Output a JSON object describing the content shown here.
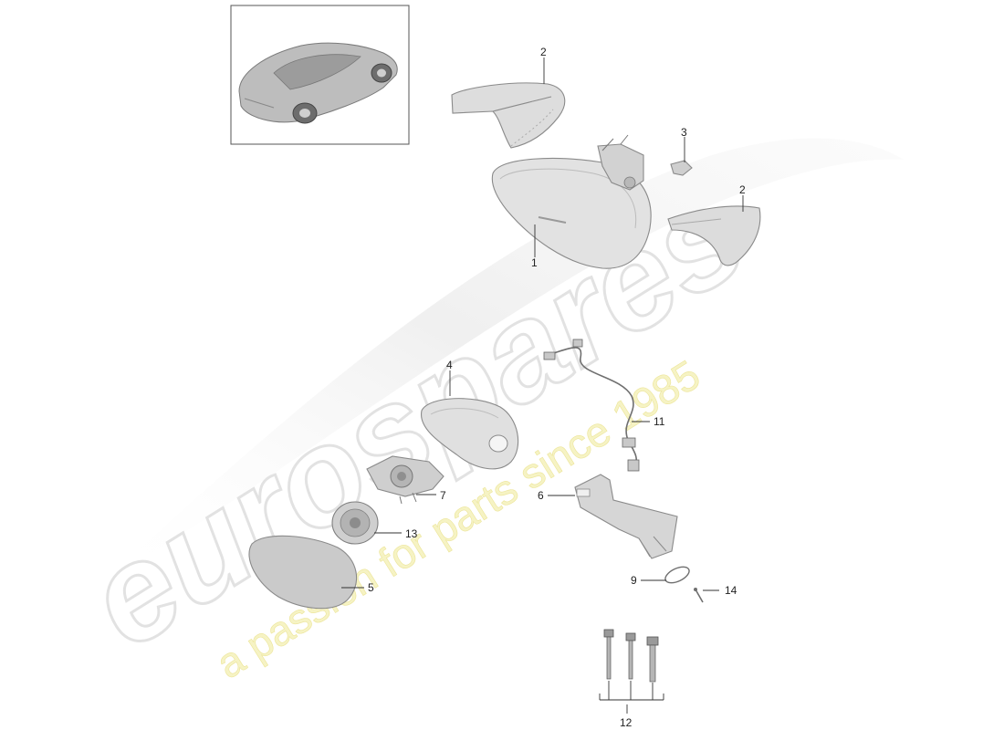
{
  "watermark": {
    "brand": "eurospares",
    "tagline": "a passion for parts since 1985",
    "brand_color": "#e6e6e6",
    "tagline_color": "#f3f0b0"
  },
  "thumbnail": {
    "icon": "car-thumbnail-icon"
  },
  "callouts": {
    "c1": "1",
    "c2a": "2",
    "c2b": "2",
    "c3": "3",
    "c4": "4",
    "c5": "5",
    "c6": "6",
    "c7": "7",
    "c9": "9",
    "c11": "11",
    "c12": "12",
    "c13": "13",
    "c14": "14"
  },
  "colors": {
    "part_fill": "#dcdcdc",
    "part_stroke": "#8a8a8a",
    "line": "#333333"
  }
}
